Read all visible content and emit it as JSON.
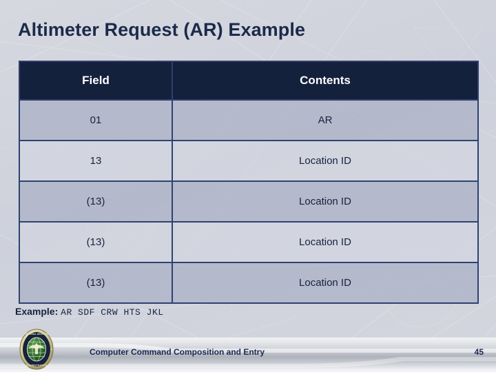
{
  "slide": {
    "title": "Altimeter Request (AR) Example",
    "accent_navy": "#14213d",
    "border_blue": "#2d4272",
    "row_dark": "#acb2c7",
    "row_light": "#d3d6e0",
    "text_color": "#16233f",
    "background": "#d2d4dd"
  },
  "table": {
    "headers": [
      "Field",
      "Contents"
    ],
    "rows": [
      {
        "field": "01",
        "contents": "AR"
      },
      {
        "field": "13",
        "contents": "Location ID"
      },
      {
        "field": "(13)",
        "contents": "Location ID"
      },
      {
        "field": "(13)",
        "contents": "Location ID"
      },
      {
        "field": "(13)",
        "contents": "Location ID"
      }
    ]
  },
  "example": {
    "label": "Example:",
    "codes": "AR  SDF  CRW  HTS  JKL"
  },
  "footer": {
    "title": "Computer Command Composition and Entry",
    "page_number": "45",
    "seal_name": "faa-seal-icon",
    "seal_outer_text_top": "FEDERAL AVIATION",
    "seal_outer_text_bottom": "ADMINISTRATION"
  }
}
